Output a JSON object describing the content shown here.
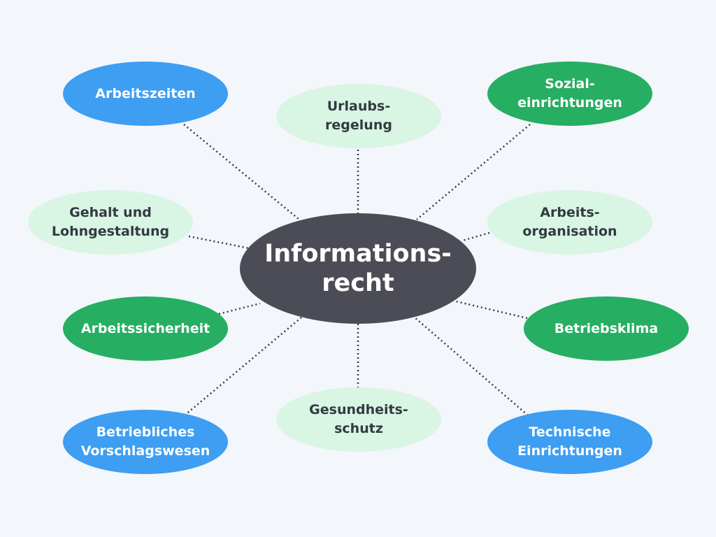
{
  "center": {
    "label": "Informations-\nrecht",
    "color": "#4b4c55"
  },
  "nodes": {
    "arbeitszeiten": {
      "label": "Arbeitszeiten",
      "style": "blue"
    },
    "urlaub": {
      "label": "Urlaubs-\nregelung",
      "style": "light"
    },
    "sozial": {
      "label": "Sozial-\neinrichtungen",
      "style": "green"
    },
    "gehalt": {
      "label": "Gehalt und\nLohngestaltung",
      "style": "light"
    },
    "orga": {
      "label": "Arbeits-\norganisation",
      "style": "light"
    },
    "sicher": {
      "label": "Arbeitssicherheit",
      "style": "green"
    },
    "klima": {
      "label": "Betriebsklima",
      "style": "green"
    },
    "gesund": {
      "label": "Gesundheits-\nschutz",
      "style": "light"
    },
    "vorschlag": {
      "label": "Betriebliches\nVorschlagswesen",
      "style": "blue"
    },
    "technik": {
      "label": "Technische\nEinrichtungen",
      "style": "blue"
    }
  },
  "colors": {
    "background": "#f3f6fa",
    "blue": "#3d9ef2",
    "green": "#26ae62",
    "light_green": "#d9f5e4",
    "connector": "#3a3a40"
  }
}
